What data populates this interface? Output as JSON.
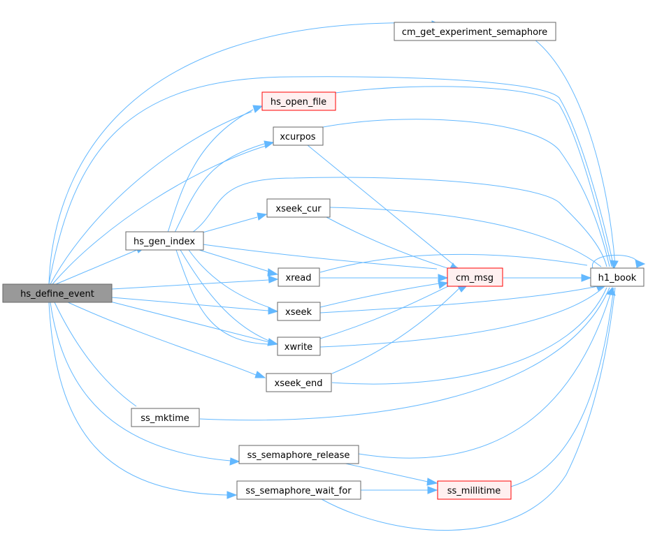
{
  "colors": {
    "edge": "#63b8ff",
    "root_fill": "#999999",
    "root_stroke": "#666666",
    "node_fill": "#ffffff",
    "node_stroke": "#666666",
    "truncated_fill": "#fff0f0",
    "truncated_stroke": "#ff0000"
  },
  "nodes": {
    "hs_define_event": "hs_define_event",
    "cm_get_experiment_semaphore": "cm_get_experiment_semaphore",
    "hs_open_file": "hs_open_file",
    "xcurpos": "xcurpos",
    "xseek_cur": "xseek_cur",
    "hs_gen_index": "hs_gen_index",
    "xread": "xread",
    "cm_msg": "cm_msg",
    "h1_book": "h1_book",
    "xseek": "xseek",
    "xwrite": "xwrite",
    "xseek_end": "xseek_end",
    "ss_mktime": "ss_mktime",
    "ss_semaphore_release": "ss_semaphore_release",
    "ss_semaphore_wait_for": "ss_semaphore_wait_for",
    "ss_millitime": "ss_millitime"
  }
}
